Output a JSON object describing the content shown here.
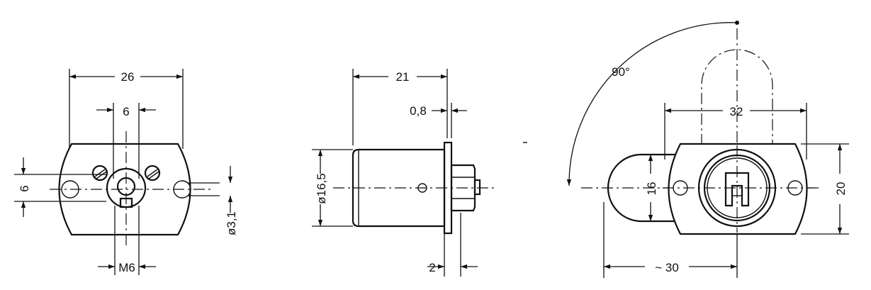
{
  "views": [
    {
      "name": "front-view",
      "labels": {
        "width": "26",
        "pin_spacing": "6",
        "height": "6",
        "hole_dia": "ø3,1",
        "thread": "M6"
      }
    },
    {
      "name": "side-view",
      "labels": {
        "length": "21",
        "flange": "0,8",
        "body_dia": "ø16,5",
        "flange_offset": "2"
      }
    },
    {
      "name": "rear-view",
      "labels": {
        "angle": "90°",
        "width": "32",
        "cam_height": "16",
        "height": "20",
        "cam_reach": "~ 30"
      }
    }
  ]
}
